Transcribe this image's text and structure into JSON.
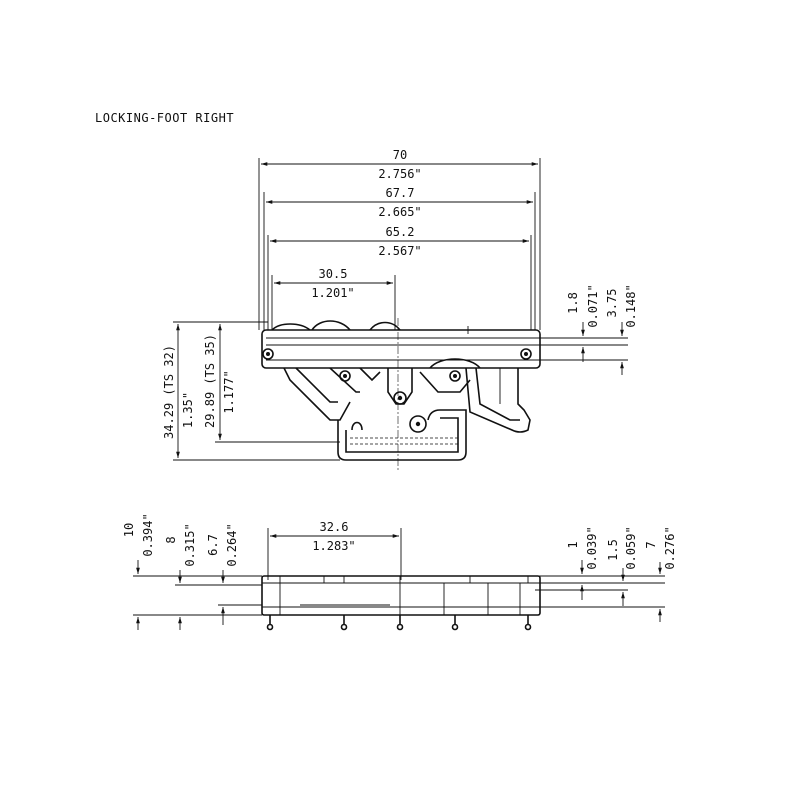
{
  "title": "LOCKING-FOOT RIGHT",
  "top_view": {
    "widths": [
      {
        "mm": "70",
        "inch": "2.756\""
      },
      {
        "mm": "67.7",
        "inch": "2.665\""
      },
      {
        "mm": "65.2",
        "inch": "2.567\""
      },
      {
        "mm": "30.5",
        "inch": "1.201\""
      }
    ],
    "right_dims": [
      {
        "mm": "1.8",
        "inch": "0.071\""
      },
      {
        "mm": "3.75",
        "inch": "0.148\""
      }
    ],
    "left_dims": [
      {
        "text": "34.29 (TS 32)",
        "inch": "1.35\""
      },
      {
        "text": "29.89 (TS 35)",
        "inch": "1.177\""
      }
    ]
  },
  "side_view": {
    "width": {
      "mm": "32.6",
      "inch": "1.283\""
    },
    "left_dims": [
      {
        "mm": "10",
        "inch": "0.394\""
      },
      {
        "mm": "8",
        "inch": "0.315\""
      },
      {
        "mm": "6.7",
        "inch": "0.264\""
      }
    ],
    "right_dims": [
      {
        "mm": "1",
        "inch": "0.039\""
      },
      {
        "mm": "1.5",
        "inch": "0.059\""
      },
      {
        "mm": "7",
        "inch": "0.276\""
      }
    ]
  }
}
